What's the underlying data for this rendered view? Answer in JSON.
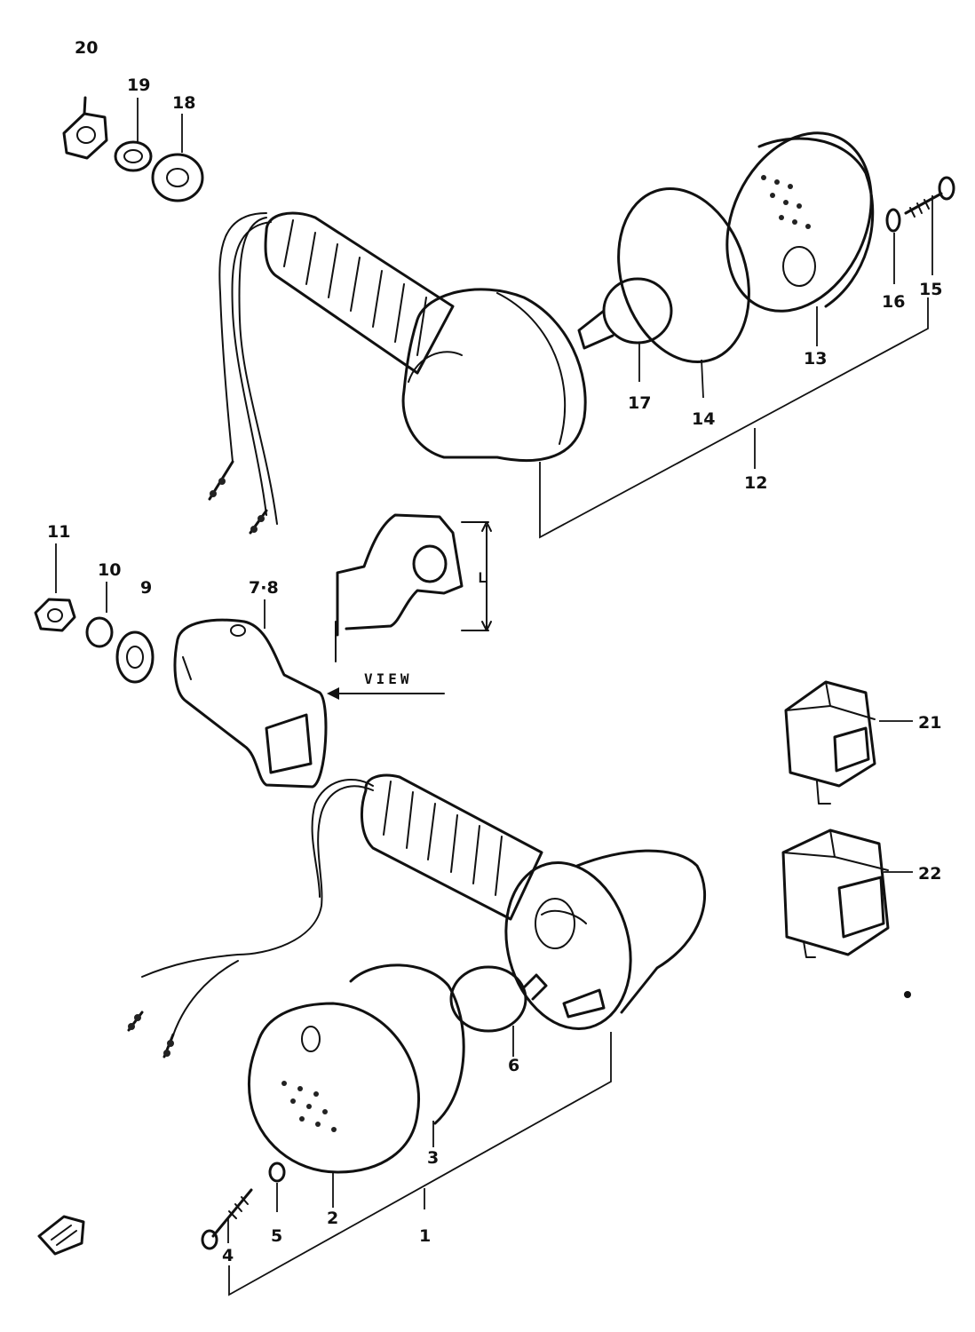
{
  "callouts": {
    "c1": "1",
    "c2": "2",
    "c3": "3",
    "c4": "4",
    "c5": "5",
    "c6": "6",
    "c78": "7·8",
    "c9": "9",
    "c10": "10",
    "c11": "11",
    "c12": "12",
    "c13": "13",
    "c14": "14",
    "c15": "15",
    "c16": "16",
    "c17": "17",
    "c18": "18",
    "c19": "19",
    "c20": "20",
    "c21": "21",
    "c22": "22"
  },
  "view_label": "VIEW",
  "bracket_mark": "L"
}
